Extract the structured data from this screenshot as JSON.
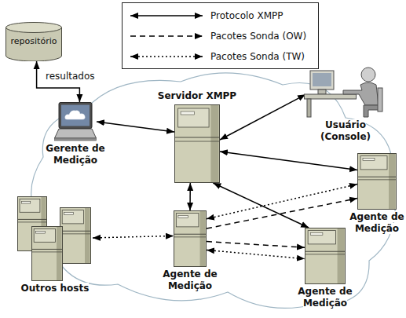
{
  "diagram": {
    "nodes": [
      {
        "text": [
          "repositório"
        ]
      },
      {
        "text": [
          "Servidor XMPP"
        ]
      },
      {
        "text": [
          "Usuário (Console)"
        ]
      },
      {
        "text": [
          "Gerente de Medição"
        ]
      },
      {
        "text": [
          "Agente de Medição"
        ]
      },
      {
        "text": [
          "Outros hosts"
        ]
      },
      {
        "text": [
          "Agente de Medição"
        ]
      },
      {
        "text": [
          "Agente de Medição"
        ]
      }
    ],
    "edges": [
      {
        "from": 0,
        "to": 3,
        "arrow": "both",
        "label": "resultados"
      },
      {
        "from": 3,
        "to": 1,
        "arrow": "both"
      },
      {
        "from": 1,
        "to": 2,
        "arrow": "both"
      },
      {
        "from": 1,
        "to": 4,
        "arrow": "both"
      },
      {
        "from": 1,
        "to": 6,
        "arrow": "both"
      },
      {
        "from": 1,
        "to": 7,
        "arrow": "both"
      },
      {
        "from": 5,
        "to": 6,
        "arrow": "both"
      },
      {
        "from": 6,
        "to": 4,
        "arrow": "both"
      },
      {
        "from": 6,
        "to": 4,
        "arrow": "to"
      },
      {
        "from": 6,
        "to": 7,
        "arrow": "to"
      },
      {
        "from": 6,
        "to": 7,
        "arrow": "both"
      }
    ],
    "legend": [
      {
        "text": "Protocolo XMPP"
      },
      {
        "text": "Pacotes Sonda (OW)"
      },
      {
        "text": "Pacotes Sonda (TW)"
      }
    ]
  }
}
